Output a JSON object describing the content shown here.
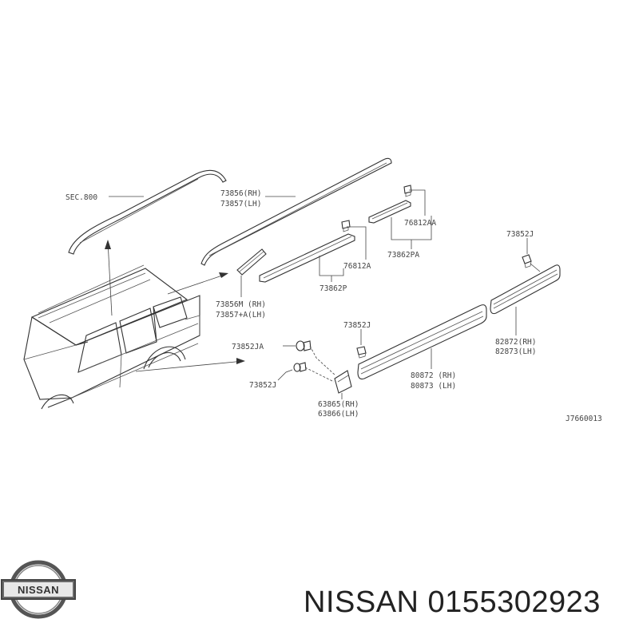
{
  "labels": {
    "sec": "SEC.800",
    "p73856": "73856(RH)",
    "p73857": "73857(LH)",
    "p76812aa": "76812AA",
    "p73862pa": "73862PA",
    "p76812a": "76812A",
    "p73862p": "73862P",
    "p73856m": "73856M (RH)",
    "p73857a": "73857+A(LH)",
    "p73852j_top": "73852J",
    "p82872": "82872(RH)",
    "p82873": "82873(LH)",
    "p73852j_mid": "73852J",
    "p80872": "80872 (RH)",
    "p80873": "80873 (LH)",
    "p73852ja": "73852JA",
    "p73852j_low": "73852J",
    "p63865": "63865(RH)",
    "p63866": "63866(LH)",
    "code": "J7660013"
  },
  "logo": {
    "text": "NISSAN"
  },
  "footer": {
    "text": "NISSAN 0155302923"
  },
  "colors": {
    "line": "#333333",
    "text": "#444444",
    "logo": "#555555"
  }
}
